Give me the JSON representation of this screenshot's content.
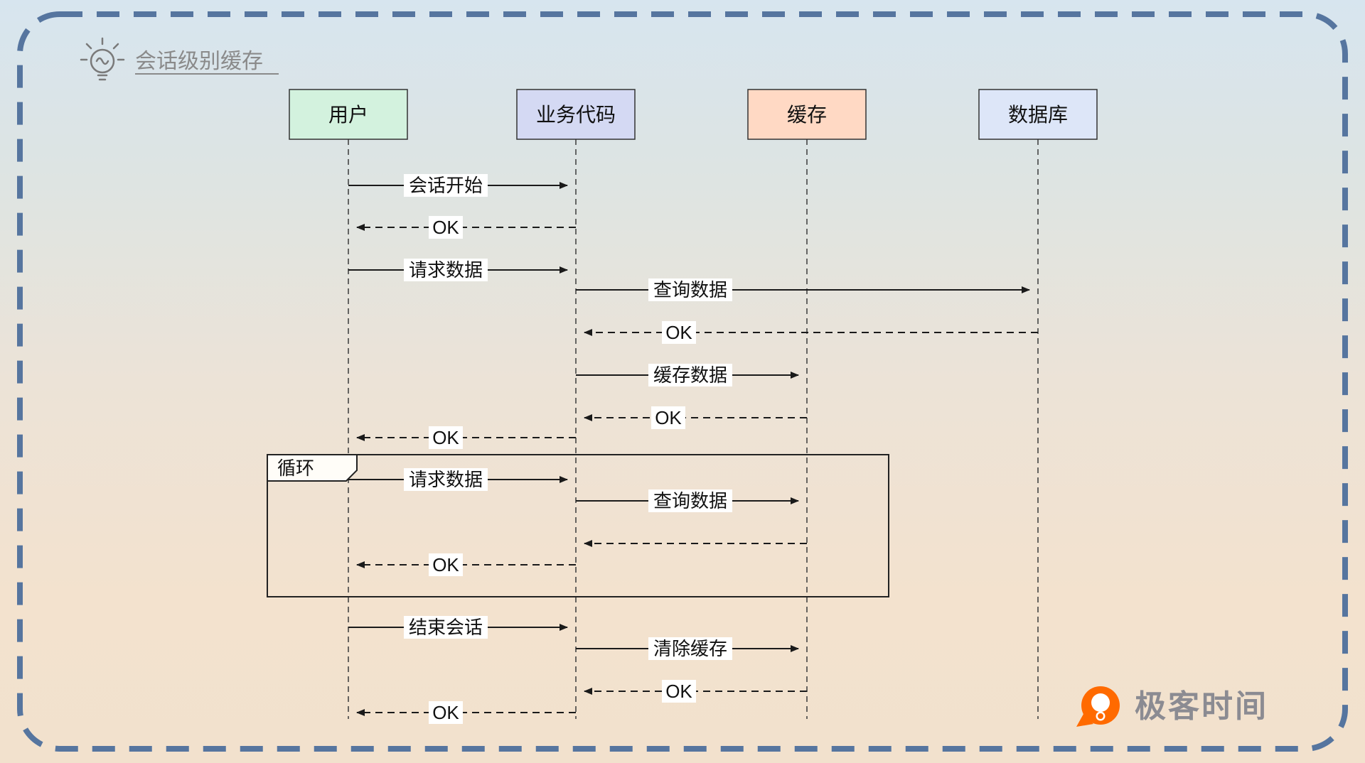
{
  "title": "会话级别缓存",
  "actors": [
    {
      "name": "用户",
      "color": "#d3f2de"
    },
    {
      "name": "业务代码",
      "color": "#d4d9f3"
    },
    {
      "name": "缓存",
      "color": "#ffd9c4"
    },
    {
      "name": "数据库",
      "color": "#dde6f8"
    }
  ],
  "loop": {
    "label": "循环"
  },
  "messages": [
    {
      "from": "用户",
      "to": "业务代码",
      "label": "会话开始",
      "line": "solid"
    },
    {
      "from": "业务代码",
      "to": "用户",
      "label": "OK",
      "line": "dashed"
    },
    {
      "from": "用户",
      "to": "业务代码",
      "label": "请求数据",
      "line": "solid"
    },
    {
      "from": "业务代码",
      "to": "数据库",
      "label": "查询数据",
      "line": "solid"
    },
    {
      "from": "数据库",
      "to": "业务代码",
      "label": "OK",
      "line": "dashed"
    },
    {
      "from": "业务代码",
      "to": "缓存",
      "label": "缓存数据",
      "line": "solid"
    },
    {
      "from": "缓存",
      "to": "业务代码",
      "label": "OK",
      "line": "dashed"
    },
    {
      "from": "业务代码",
      "to": "用户",
      "label": "OK",
      "line": "dashed"
    },
    {
      "from": "用户",
      "to": "业务代码",
      "label": "请求数据",
      "line": "solid",
      "in_loop": true
    },
    {
      "from": "业务代码",
      "to": "缓存",
      "label": "查询数据",
      "line": "solid",
      "in_loop": true
    },
    {
      "from": "缓存",
      "to": "业务代码",
      "label": "",
      "line": "dashed",
      "in_loop": true
    },
    {
      "from": "业务代码",
      "to": "用户",
      "label": "OK",
      "line": "dashed",
      "in_loop": true
    },
    {
      "from": "用户",
      "to": "业务代码",
      "label": "结束会话",
      "line": "solid"
    },
    {
      "from": "业务代码",
      "to": "缓存",
      "label": "清除缓存",
      "line": "solid"
    },
    {
      "from": "缓存",
      "to": "业务代码",
      "label": "OK",
      "line": "dashed"
    },
    {
      "from": "业务代码",
      "to": "用户",
      "label": "OK",
      "line": "dashed"
    }
  ],
  "watermark": {
    "brand": "极客时间"
  },
  "colors": {
    "border": "#56759f",
    "brand_orange": "#ff6a00",
    "line": "#1a1a1a",
    "title_gray": "#8a8a8a"
  }
}
